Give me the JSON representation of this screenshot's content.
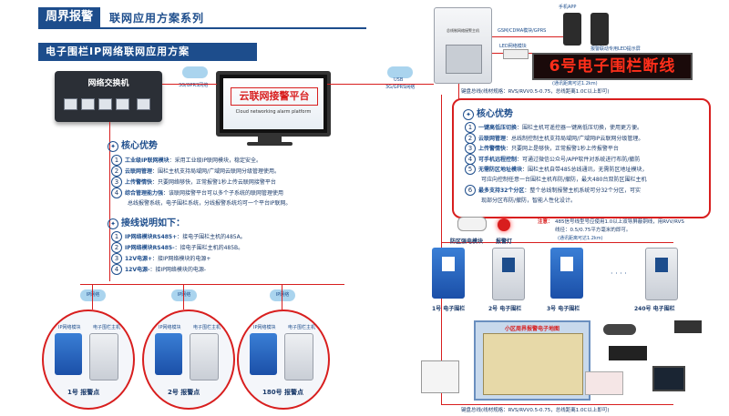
{
  "header": {
    "badge": "周界报警",
    "subtitle": "联网应用方案系列",
    "section_title": "电子围栏IP网络联网应用方案"
  },
  "switch": {
    "label": "网络交换机"
  },
  "platform": {
    "title": "云联网接警平台",
    "subtitle": "Cloud networking alarm platform"
  },
  "network_labels": {
    "left_cloud": "3G/GPRS网络",
    "mid_cloud": "3G/GPRS网络",
    "usb": "USB",
    "ip1": "IP网络",
    "ip2": "IP网络",
    "ip3": "IP网络"
  },
  "host": {
    "label": "总线制网络接警主机"
  },
  "gsm": {
    "label": "GSM/CDMA模块/GPRS"
  },
  "phone": {
    "label": "手机APP"
  },
  "led_module": {
    "label": "LED网络模块"
  },
  "led_sign": {
    "caption": "报警联动专用LED提示屏",
    "text": "6号电子围栏断线",
    "cable": "(通讯距离可达1.2km)"
  },
  "bus_cable_top": "键盘总线(线材规格：RVS/RVV0.5-0.75，总线距离1.0C以上即可)",
  "advantages_left": {
    "title": "核心优势",
    "items": [
      {
        "num": "1",
        "head": "工业级IP联网模块",
        "text": "：采用工业级IP联网模块，稳定安全。"
      },
      {
        "num": "2",
        "head": "云联网管理",
        "text": "：围栏主机支持局域网/广域网云联网分级管理使用。"
      },
      {
        "num": "3",
        "head": "上传警情快",
        "text": "：只要网络够快，正常报警1秒上传云联网接警平台"
      },
      {
        "num": "4",
        "head": "综合管理能力强",
        "text": "：该联网接警平台可以多个子系统的联网管理使用"
      },
      {
        "num": "",
        "head": "",
        "text": "总线报警系统，电子围栏系统，分线报警系统均可一个平台IP联网。"
      }
    ]
  },
  "wiring": {
    "title": "接线说明如下：",
    "items": [
      {
        "num": "1",
        "head": "IP网络模块RS485+",
        "text": "：接电子围栏主机的485A。"
      },
      {
        "num": "2",
        "head": "IP网络模块RS485-",
        "text": "：接电子围栏主机的485B。"
      },
      {
        "num": "3",
        "head": "12V电源+",
        "text": "：接IP网络模块的电源+"
      },
      {
        "num": "4",
        "head": "12V电源-",
        "text": "：接IP网络模块的电源-"
      }
    ]
  },
  "advantages_right": {
    "title": "核心优势",
    "items": [
      {
        "num": "1",
        "head": "一键高低压切换",
        "text": "：围栏主机可遥控器一键高低压切换，使用更方便。"
      },
      {
        "num": "2",
        "head": "云联网管理",
        "text": "：总线制控制主机支持局域网/广域网IP云联网分级管理。"
      },
      {
        "num": "3",
        "head": "上传警情快",
        "text": "：只要网上是够快，正常报警1秒上传报警平台"
      },
      {
        "num": "4",
        "head": "可手机远程控制",
        "text": "：可通过微信公众号/APP软件对系统进行布防/撤防"
      },
      {
        "num": "5",
        "head": "无需防区地址模块",
        "text": "：围栏主机自带485总线通讯，无需防区地址模块，"
      },
      {
        "num": "",
        "head": "",
        "text": "可应向控制任意一台围栏主机布防/撤防，最大480台双防区围栏主机"
      },
      {
        "num": "6",
        "head": "最多支持32个分区",
        "text": "：整个总线制报警主机系统可分32个分区，可实"
      },
      {
        "num": "",
        "head": "",
        "text": "现部分区布防/撤防，智能人性化设计。"
      }
    ]
  },
  "note": {
    "prefix": "注意：",
    "text1": "485信号线型号应使用1.0以上双导屏蔽铜线，用RVV/RVS",
    "text2": "线径：0.5/0.75平方毫米的即可。"
  },
  "bus_cable_mid": "(通讯距离可达1.2km)",
  "devices_top": {
    "keypad": "防区强电模块",
    "siren": "报警灯"
  },
  "fences_right": [
    {
      "label": "1号 电子围栏"
    },
    {
      "label": "2号 电子围栏"
    },
    {
      "label": "3号 电子围栏"
    },
    {
      "label": "240号 电子围栏"
    }
  ],
  "alarm_points": [
    {
      "label": "1号 报警点",
      "module": "IP网络模块",
      "host": "电子围栏主机"
    },
    {
      "label": "2号 报警点",
      "module": "IP网络模块",
      "host": "电子围栏主机"
    },
    {
      "label": "180号 报警点",
      "module": "IP网络模块",
      "host": "电子围栏主机"
    }
  ],
  "map_panel": {
    "title": "小区周界报警电子地图"
  },
  "bus_cable_bottom": "键盘总线(线材规格：RVS/RVV0.5-0.75，总线距离1.0C以上即可)",
  "colors": {
    "brand_blue": "#1d4d8c",
    "alarm_red": "#d81e1e",
    "led_red": "#ff2e1a"
  }
}
